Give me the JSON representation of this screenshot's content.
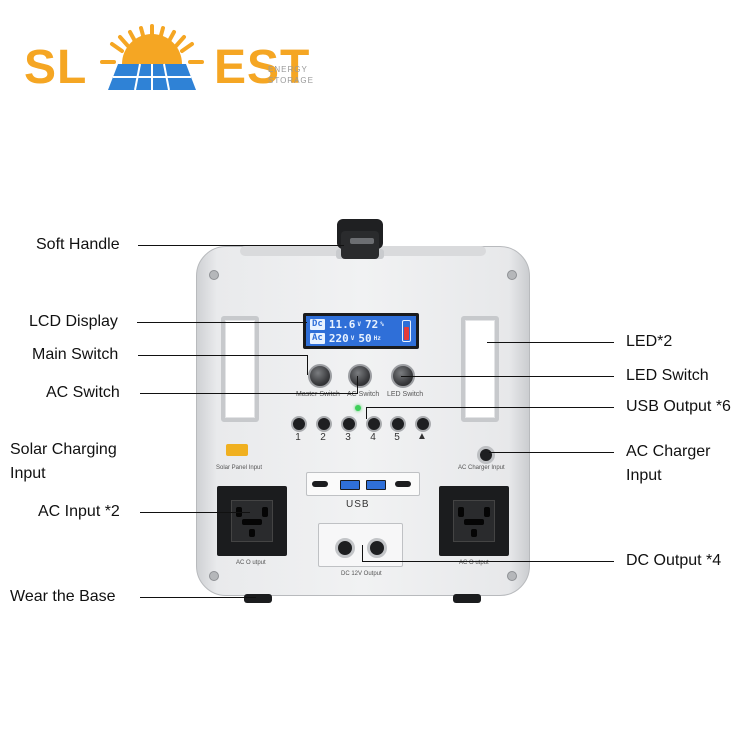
{
  "logo": {
    "left_text": "SL",
    "right_text": "EST",
    "sub_line1": "ENERGY",
    "sub_line2": "STORAGE"
  },
  "callouts": {
    "soft_handle": "Soft Handle",
    "lcd_display": "LCD Display",
    "main_switch": "Main Switch",
    "ac_switch": "AC Switch",
    "solar_line1": "Solar Charging",
    "solar_line2": "Input",
    "ac_input": "AC Input *2",
    "wear_base": "Wear the Base",
    "led": "LED*2",
    "led_switch": "LED Switch",
    "usb_output": "USB Output *6",
    "ac_charger_line1": "AC Charger",
    "ac_charger_line2": "Input",
    "dc_output": "DC Output *4"
  },
  "device": {
    "lcd": {
      "dc_tag": "Dc",
      "dc_voltage": "11.6",
      "dc_unit": "V",
      "dc_percent": "72",
      "dc_percent_unit": "%",
      "ac_tag": "Ac",
      "ac_voltage": "220",
      "ac_unit": "V",
      "ac_freq": "50",
      "ac_freq_unit": "Hz",
      "battery_level": 0.7
    },
    "knob_labels": [
      "Master Switch",
      "AC Switch",
      "LED Switch"
    ],
    "usb_buttons": [
      "1",
      "2",
      "3",
      "4",
      "5",
      "▲"
    ],
    "solar_port_label": "Solar Panel Input",
    "ac_charger_label": "AC Charger Input",
    "usb_panel_label": "USB",
    "ac_output_label_left": "AC O utput",
    "ac_output_label_right": "AC O utput",
    "dc_output_label": "DC 12V Output"
  },
  "colors": {
    "logo": "#f5a623",
    "lcd": "#2f6fd8",
    "battery": "#e53a3a",
    "indicator": "#3ecf5a"
  }
}
